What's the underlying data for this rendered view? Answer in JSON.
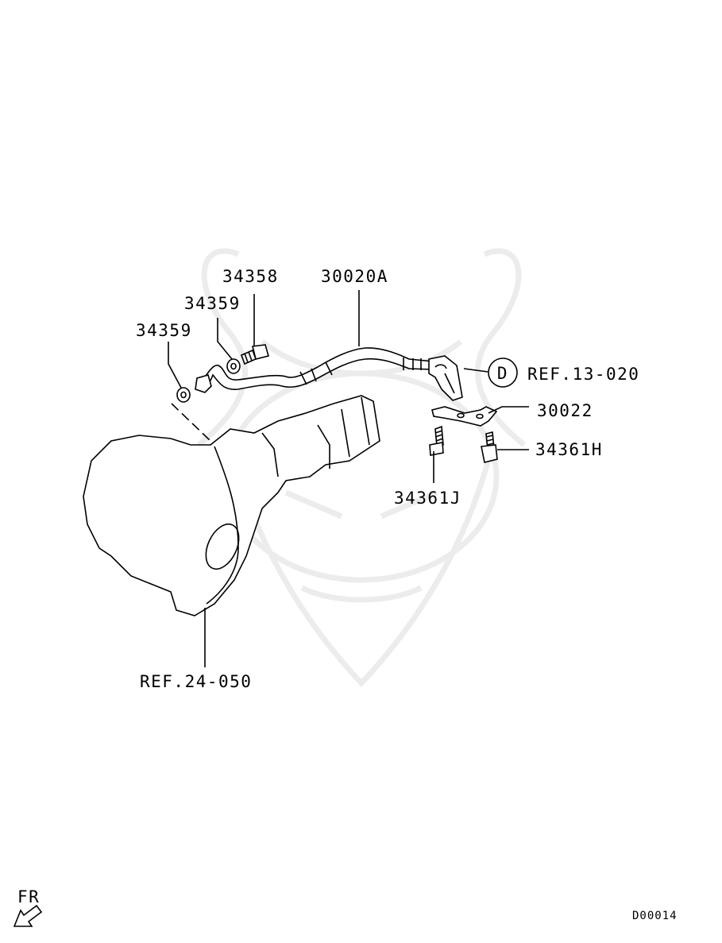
{
  "diagram": {
    "code": "D00014",
    "direction_label": "FR",
    "circle_ref_letter": "D",
    "callouts": {
      "p34358": "34358",
      "p30020A": "30020A",
      "p34359_upper": "34359",
      "p34359_lower": "34359",
      "ref13": "REF.13-020",
      "p30022": "30022",
      "p34361H": "34361H",
      "p34361J": "34361J",
      "ref24": "REF.24-050"
    }
  },
  "colors": {
    "line": "#000000",
    "watermark": "#ececec",
    "background": "#ffffff"
  }
}
